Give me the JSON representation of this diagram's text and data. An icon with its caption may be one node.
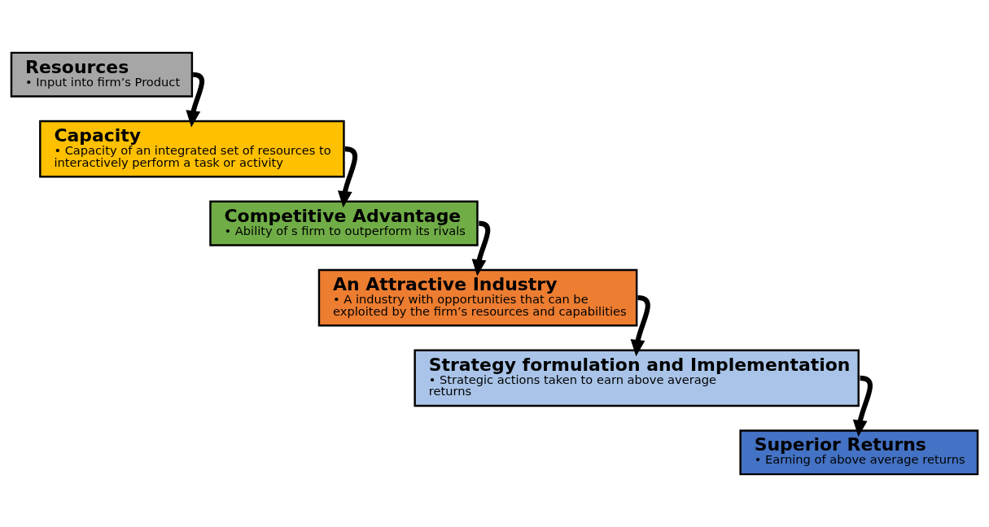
{
  "diagram": {
    "nodes": [
      {
        "text": [
          "Resources",
          "• Input into firm’s Product"
        ]
      },
      {
        "text": [
          "Capacity",
          "• Capacity of an integrated set of resources to interactively perform a task or activity"
        ]
      },
      {
        "text": [
          "Competitive Advantage",
          "• Ability of s firm to outperform its rivals"
        ]
      },
      {
        "text": [
          "An Attractive Industry",
          "• A industry with opportunities that can be exploited by the firm’s resources and capabilities"
        ]
      },
      {
        "text": [
          "Strategy formulation and Implementation",
          "• Strategic actions taken to earn above average returns"
        ]
      },
      {
        "text": [
          "Superior Returns",
          "• Earning of above average returns"
        ]
      }
    ],
    "edges": [
      {
        "from": 0,
        "to": 1,
        "arrow": "to"
      },
      {
        "from": 1,
        "to": 2,
        "arrow": "to"
      },
      {
        "from": 2,
        "to": 3,
        "arrow": "to"
      },
      {
        "from": 3,
        "to": 4,
        "arrow": "to"
      },
      {
        "from": 4,
        "to": 5,
        "arrow": "to"
      }
    ]
  }
}
